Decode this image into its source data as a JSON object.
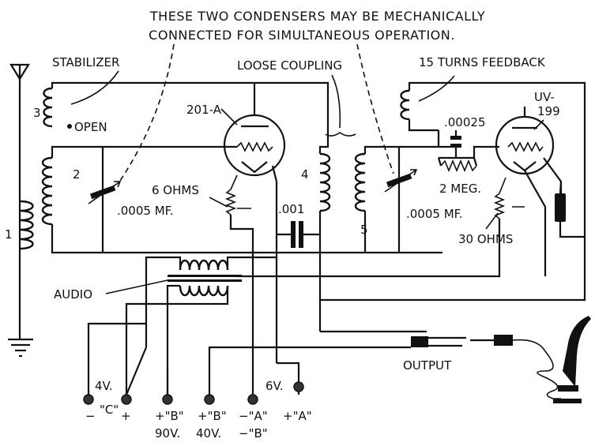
{
  "header": {
    "line1": "THESE TWO CONDENSERS MAY BE MECHANICALLY",
    "line2": "CONNECTED FOR SIMULTANEOUS OPERATION."
  },
  "labels": {
    "stabilizer": "STABILIZER",
    "loose_coupling": "LOOSE COUPLING",
    "feedback": "15 TURNS FEEDBACK",
    "coil3": "3",
    "open": "OPEN",
    "tube1": "201-A",
    "coil2": "2",
    "coil1": "1",
    "cond1": ".0005 MF.",
    "rheo1": "6 OHMS",
    "cap_001": ".001",
    "coil4": "4",
    "coil5": "5",
    "cap_00025": ".00025",
    "grid_leak": "2 MEG.",
    "cond2": ".0005 MF.",
    "rheo2": "30 OHMS",
    "tube2_line1": "UV-",
    "tube2_line2": "199",
    "audio": "AUDIO",
    "output": "OUTPUT"
  },
  "terminals": {
    "c_volts": "4V.",
    "c_minus": "−",
    "c_label": "\"C\"",
    "c_plus": "+",
    "b90_top": "+\"B\"",
    "b90_bot": "90V.",
    "b40_top": "+\"B\"",
    "b40_bot": "40V.",
    "a_volts": "6V.",
    "a_minus_top": "−\"A\"",
    "a_minus_bot": "−\"B\"",
    "a_plus": "+\"A\""
  }
}
